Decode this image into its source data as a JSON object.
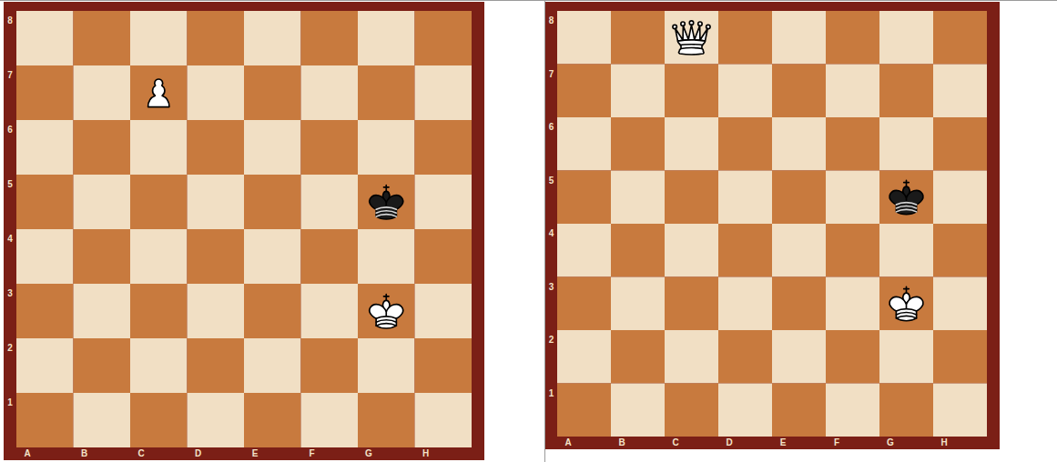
{
  "diagram": {
    "labels": [
      "8",
      "7",
      "6",
      "5",
      "4",
      "3",
      "2",
      "1",
      "A",
      "B",
      "C",
      "D",
      "E",
      "F",
      "G",
      "H",
      "8",
      "7",
      "6",
      "5",
      "4",
      "3",
      "2",
      "1",
      "A",
      "B",
      "C",
      "D",
      "E",
      "F",
      "G",
      "H"
    ]
  }
}
